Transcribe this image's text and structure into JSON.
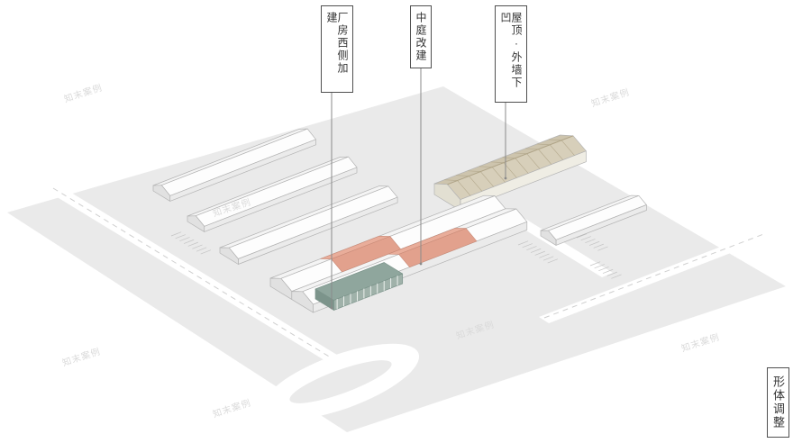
{
  "diagram": {
    "annotations": [
      {
        "label": "厂房西侧加建"
      },
      {
        "label": "中庭改建"
      },
      {
        "label": "屋顶·外墙下凹"
      }
    ],
    "corner_label": "形体调整",
    "watermark": "知末案例",
    "colors": {
      "ground": "#eaeaea",
      "road": "#ffffff",
      "road_marking": "#cfcfcf",
      "parking_line": "#c4c4c4",
      "outline": "#b3b3b3",
      "roof_near": "#fdfdfd",
      "roof_far": "#f4f4f4",
      "wall": "#ebebeb",
      "end_wall": "#e1e1e1",
      "highlight_pink_near": "#e2a18d",
      "highlight_pink_far": "#e9ad9a",
      "highlight_pink_edge": "#c98b78",
      "highlight_teal_top": "#8fa69d",
      "highlight_teal_front": "#a0b2aa",
      "highlight_teal_end": "#7c948b",
      "tan_roof_near": "#d7cfba",
      "tan_roof_far": "#cdc4ad",
      "tan_wall": "#efede4",
      "tan_end": "#e2dfd2",
      "tan_lines": "#b3a88c",
      "leader_line": "#8a8a8a"
    }
  }
}
